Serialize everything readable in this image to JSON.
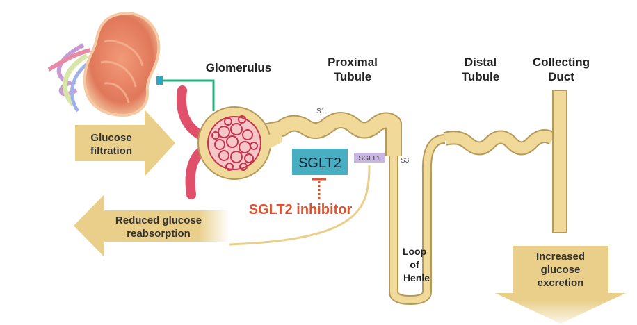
{
  "labels": {
    "glomerulus": "Glomerulus",
    "proximal_line1": "Proximal",
    "proximal_line2": "Tubule",
    "distal_line1": "Distal",
    "distal_line2": "Tubule",
    "collecting_line1": "Collecting",
    "collecting_line2": "Duct",
    "s1": "S1",
    "s3": "S3",
    "sglt2": "SGLT2",
    "sglt1": "SGLT1",
    "inhibitor": "SGLT2 inhibitor",
    "loop_line1": "Loop",
    "loop_line2": "of",
    "loop_line3": "Henle"
  },
  "arrows": {
    "filtration_line1": "Glucose",
    "filtration_line2": "filtration",
    "reabsorption_line1": "Reduced glucose",
    "reabsorption_line2": "reabsorption",
    "excretion_line1": "Increased",
    "excretion_line2": "glucose",
    "excretion_line3": "excretion"
  },
  "colors": {
    "tubule_fill": "#f1d99a",
    "tubule_stroke": "#b39a5a",
    "arrow_fill": "#e9cf8a",
    "sglt2_box": "#48afc3",
    "sglt1_box": "#c9b6e3",
    "inhibitor_text": "#e2512d",
    "vessel_red": "#e0506a",
    "glomerulus_red": "#c8324c",
    "connector_green": "#23b07c"
  }
}
